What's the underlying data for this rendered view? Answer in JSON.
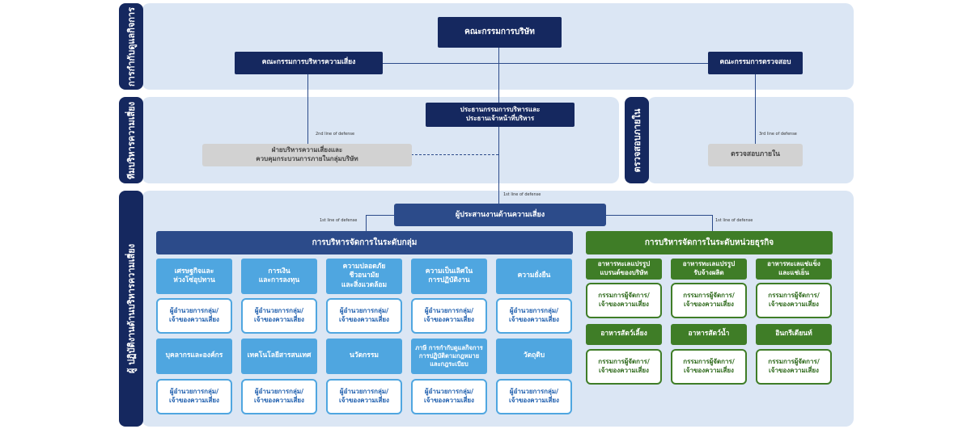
{
  "bands": {
    "governance": "การกำกับดูแลกิจการ",
    "risk_oversight": "ทีมบริหารความเสี่ยง",
    "audit": "ตรวจสอบภายใน",
    "risk_owners": "ผู้ ปฏิบัติงานด้านบริหารความเสี่ยง"
  },
  "top": {
    "board": "คณะกรรมการบริษัท",
    "risk_committee": "คณะกรรมการบริหารความเสี่ยง",
    "audit_committee": "คณะกรรมการตรวจสอบ"
  },
  "middle": {
    "chairman_ceo": "ประธานกรรมการบริหารและ\nประธานเจ้าหน้าที่บริหาร",
    "risk_dept": "ฝ่ายบริหารความเสี่ยงและ\nควบคุมกระบวนการภายในกลุ่มบริษัท",
    "internal_audit": "ตรวจสอบภายใน",
    "second_line": "2nd line of defense",
    "third_line": "3rd line of defense"
  },
  "lower": {
    "coordinator": "ผู้ประสานงานด้านความเสี่ยง",
    "first_line": "1st line of defense",
    "group_header": "การบริหารจัดการในระดับกลุ่ม",
    "bu_header": "การบริหารจัดการในระดับหน่วยธุรกิจ",
    "group_row1": [
      "เศรษฐกิจและ\nห่วงโซ่อุปทาน",
      "การเงิน\nและการลงทุน",
      "ความปลอดภัย\nชีวอนามัย\nและสิ่งแวดล้อม",
      "ความเป็นเลิศใน\nการปฏิบัติงาน",
      "ความยั่งยืน"
    ],
    "group_row2": [
      "บุคลากรและองค์กร",
      "เทคโนโลยีสารสนเทศ",
      "นวัตกรรม",
      "ภาษี การกำกับดูแลกิจการ\nการปฏิบัติตามกฎหมาย\nและกฎระเบียบ",
      "วัตถุดิบ"
    ],
    "group_owner": "ผู้อำนวยการกลุ่ม/\nเจ้าของความเสี่ยง",
    "bu_row1": [
      "อาหารทะเลแปรรูป\nแบรนด์ของบริษัท",
      "อาหารทะเลแปรรูป\nรับจ้างผลิต",
      "อาหารทะเลแช่แข็ง\nและแช่เย็น"
    ],
    "bu_row2": [
      "อาหารสัตว์เลี้ยง",
      "อาหารสัตว์น้ำ",
      "อินกรีเดียนท์"
    ],
    "bu_owner": "กรรมการผู้จัดการ/\nเจ้าของความเสี่ยง"
  },
  "colors": {
    "navy": "#15285f",
    "band": "#dbe6f4",
    "light_blue": "#4fa6e0",
    "green": "#3f7d27",
    "gray": "#d2d2d2"
  }
}
